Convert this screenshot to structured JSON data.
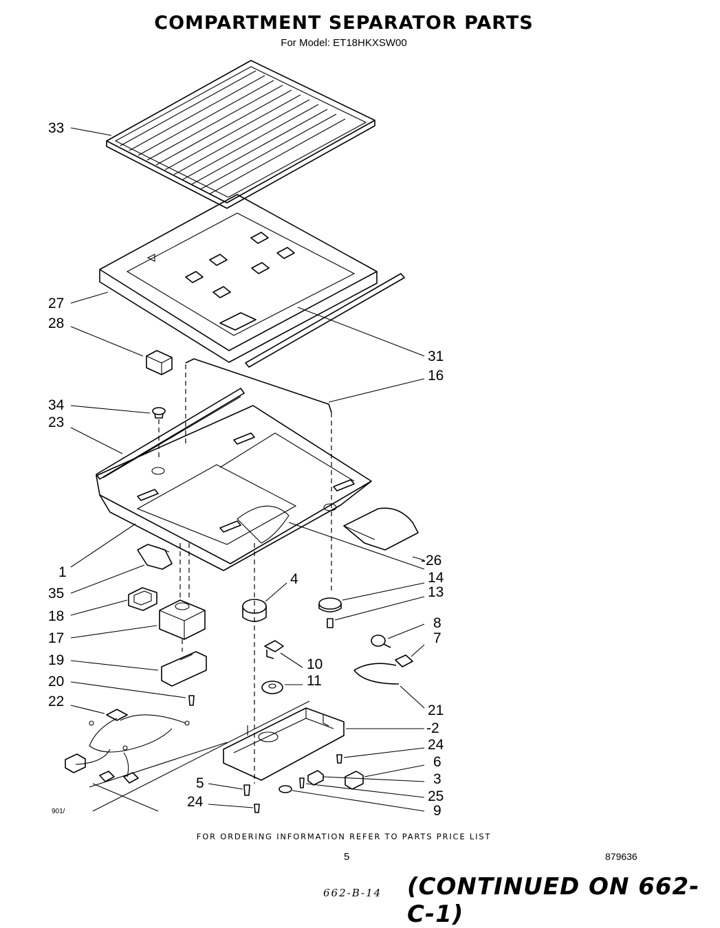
{
  "header": {
    "title": "COMPARTMENT SEPARATOR PARTS",
    "subtitle": "For Model: ET18HKXSW00"
  },
  "callouts": [
    {
      "id": "33",
      "label": "33"
    },
    {
      "id": "27",
      "label": "27"
    },
    {
      "id": "28",
      "label": "28"
    },
    {
      "id": "31",
      "label": "31"
    },
    {
      "id": "16",
      "label": "16"
    },
    {
      "id": "34",
      "label": "34"
    },
    {
      "id": "23",
      "label": "23"
    },
    {
      "id": "1",
      "label": "1"
    },
    {
      "id": "26",
      "label": "-26"
    },
    {
      "id": "35",
      "label": "35"
    },
    {
      "id": "4",
      "label": "4"
    },
    {
      "id": "14",
      "label": "14"
    },
    {
      "id": "13",
      "label": "13"
    },
    {
      "id": "18",
      "label": "18"
    },
    {
      "id": "17",
      "label": "17"
    },
    {
      "id": "8",
      "label": "8"
    },
    {
      "id": "7",
      "label": "7"
    },
    {
      "id": "19",
      "label": "19"
    },
    {
      "id": "10",
      "label": "10"
    },
    {
      "id": "11",
      "label": "11"
    },
    {
      "id": "20",
      "label": "20"
    },
    {
      "id": "21",
      "label": "21"
    },
    {
      "id": "22",
      "label": "22"
    },
    {
      "id": "2",
      "label": "-2"
    },
    {
      "id": "24a",
      "label": "24"
    },
    {
      "id": "6",
      "label": "6"
    },
    {
      "id": "3",
      "label": "3"
    },
    {
      "id": "5",
      "label": "5"
    },
    {
      "id": "25",
      "label": "25"
    },
    {
      "id": "24b",
      "label": "24"
    },
    {
      "id": "9",
      "label": "9"
    }
  ],
  "footer": {
    "ordering_note": "FOR ORDERING INFORMATION REFER TO PARTS PRICE LIST",
    "page_number": "5",
    "document_number": "879636",
    "code": "901/",
    "handwritten_ref": "662-B-14",
    "continued": "(CONTINUED ON 662-C-1)"
  }
}
